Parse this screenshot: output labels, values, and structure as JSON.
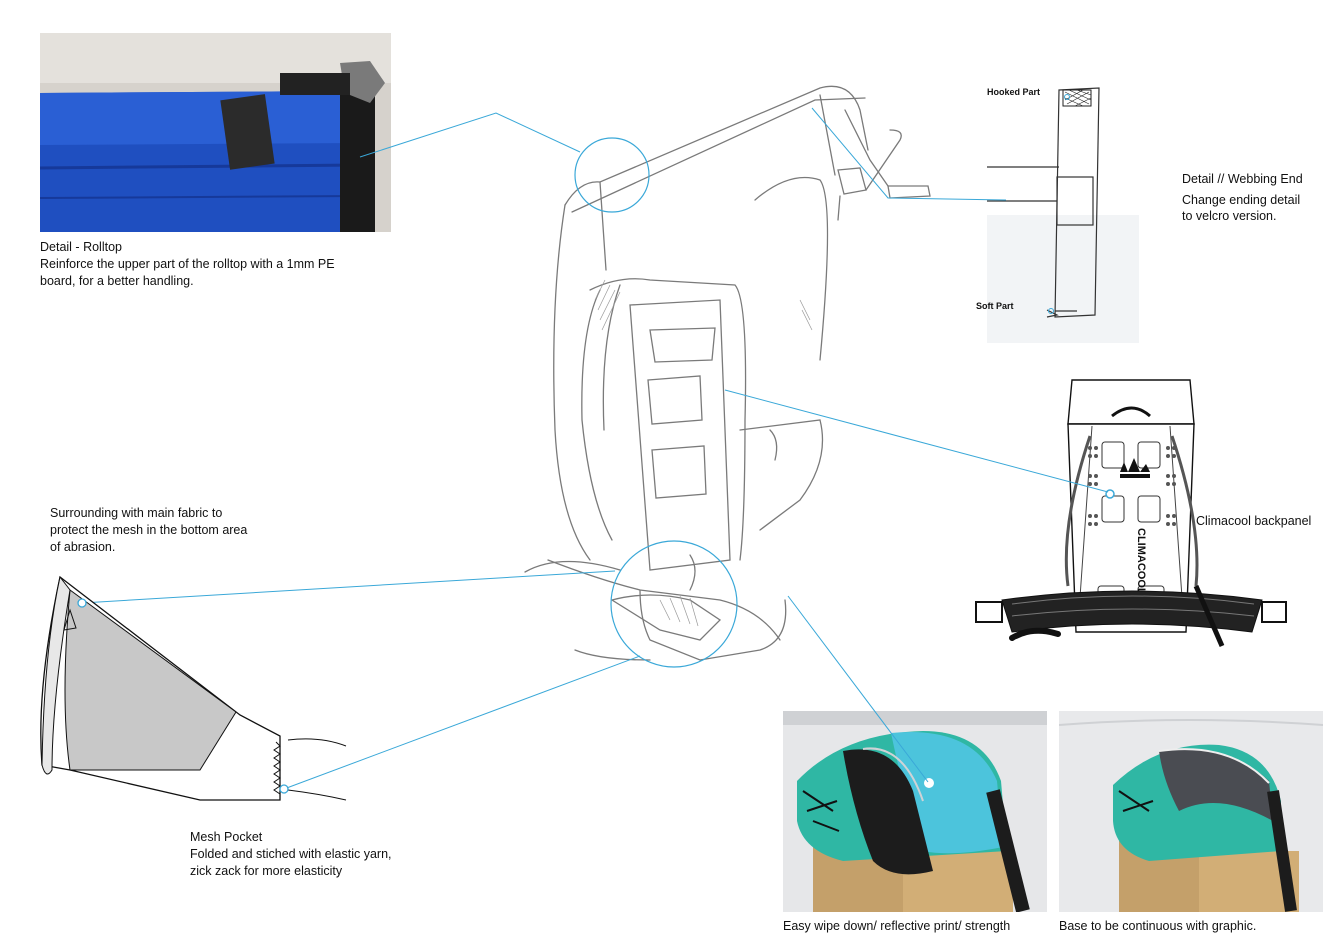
{
  "rolltop": {
    "title": "Detail - Rolltop",
    "line1": "Reinforce the upper part of the rolltop with a 1mm PE",
    "line2": "board, for a better handling."
  },
  "webbing": {
    "hooked_label": "Hooked Part",
    "soft_label": "Soft Part",
    "title": "Detail // Webbing End",
    "line1": "Change ending detail",
    "line2": "to velcro version."
  },
  "backpanel": {
    "label": "Climacool backpanel",
    "print_text": "CLIMACOOL"
  },
  "bottom": {
    "line1": "Surrounding with main fabric to",
    "line2": "protect the mesh in the bottom area",
    "line3": "of abrasion."
  },
  "mesh": {
    "title": "Mesh Pocket",
    "line1": "Folded and stiched with elastic yarn,",
    "line2": "zick zack for more elasticity"
  },
  "photos": {
    "left_caption": "Easy wipe down/ reflective print/ strength",
    "right_caption": "Base to be continuous with graphic."
  },
  "colors": {
    "callout": "#3aa8d8",
    "rolltop_fabric": "#1f4fc0",
    "turquoise": "#2fb7a4",
    "cyan_panel": "#4cc4dc",
    "mesh_grey": "#c8c8c8"
  }
}
